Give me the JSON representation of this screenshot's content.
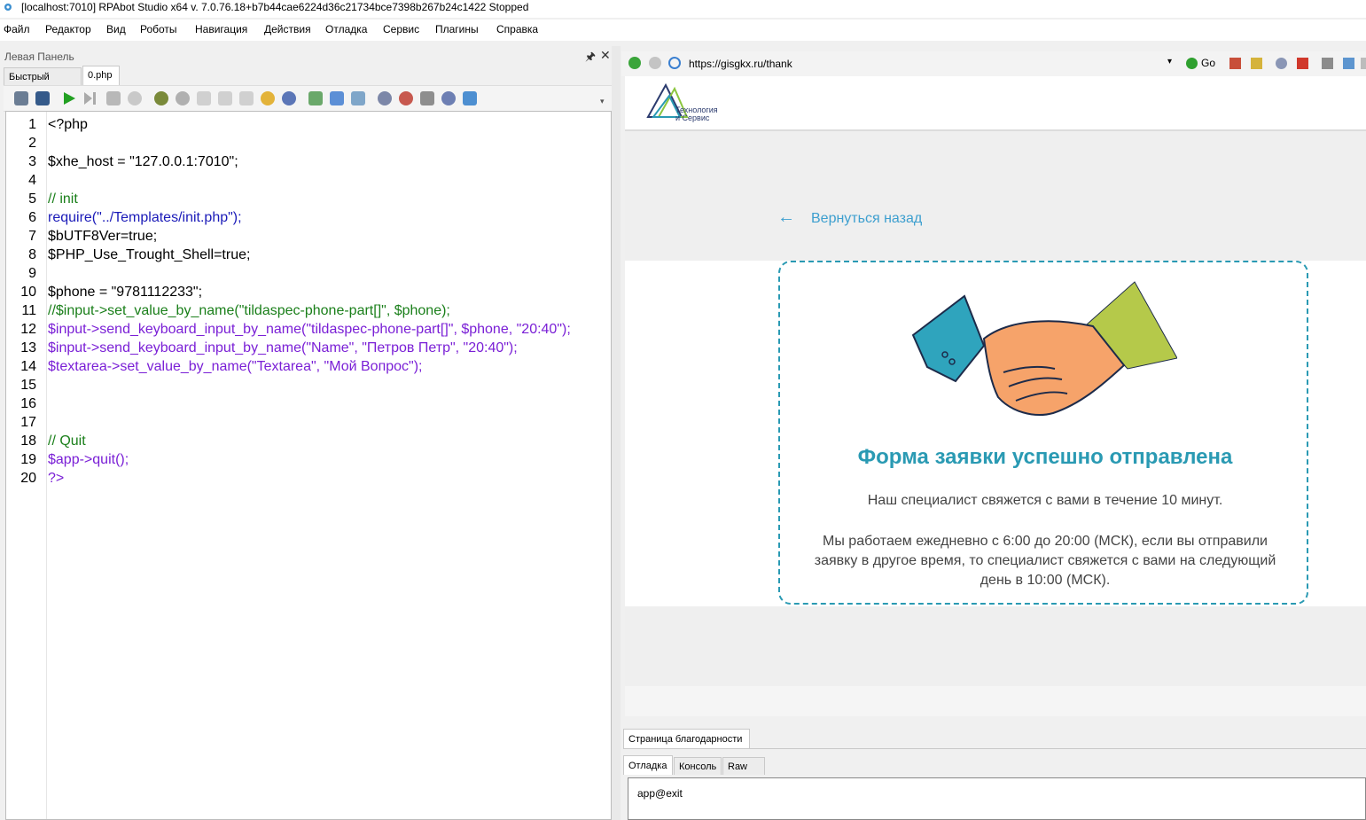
{
  "window": {
    "title": "[localhost:7010] RPAbot Studio x64 v. 7.0.76.18+b7b44cae6224d36c21734bce7398b267b24c1422 Stopped"
  },
  "menu": [
    "Файл",
    "Редактор",
    "Вид",
    "Роботы",
    "Навигация",
    "Действия",
    "Отладка",
    "Сервис",
    "Плагины",
    "Справка"
  ],
  "left_panel": {
    "title": "Левая Панель",
    "tabs": [
      "Быстрый Старт",
      "0.php"
    ],
    "active_tab": "0.php"
  },
  "editor": {
    "lines": [
      "<?php",
      "",
      "$xhe_host = \"127.0.0.1:7010\";",
      "",
      "// init",
      "require(\"../Templates/init.php\");",
      "$bUTF8Ver=true;",
      "$PHP_Use_Trought_Shell=true;",
      "",
      "$phone = \"9781112233\";",
      "//$input->set_value_by_name(\"tildaspec-phone-part[]\", $phone);",
      "$input->send_keyboard_input_by_name(\"tildaspec-phone-part[]\", $phone, \"20:40\");",
      "$input->send_keyboard_input_by_name(\"Name\", \"Петров Петр\", \"20:40\");",
      "$textarea->set_value_by_name(\"Textarea\", \"Мой Вопрос\");",
      "",
      "",
      "",
      "// Quit",
      "$app->quit();",
      "?>"
    ]
  },
  "browser": {
    "url": "https://gisgkx.ru/thank",
    "go_label": "Go",
    "logo_line1": "Технология",
    "logo_line2": "и Сервис",
    "back_link": "Вернуться назад",
    "card_title": "Форма заявки успешно отправлена",
    "card_text1": "Наш специалист свяжется с вами в течение 10 минут.",
    "card_text2": "Мы работаем ежедневно с 6:00 до 20:00 (МСК), если вы отправили заявку в другое время, то специалист свяжется с вами на следующий день в 10:00 (МСК).",
    "page_tab": "Страница благодарности"
  },
  "debug": {
    "tabs": [
      "Отладка",
      "Консоль",
      "Raw лог"
    ],
    "output": "app@exit"
  },
  "colors": {
    "accent": "#2a9ab3",
    "link": "#3d9fcf",
    "keyword": "#7a1fd6",
    "string": "#a11d1d",
    "comment": "#1a7f1a"
  }
}
